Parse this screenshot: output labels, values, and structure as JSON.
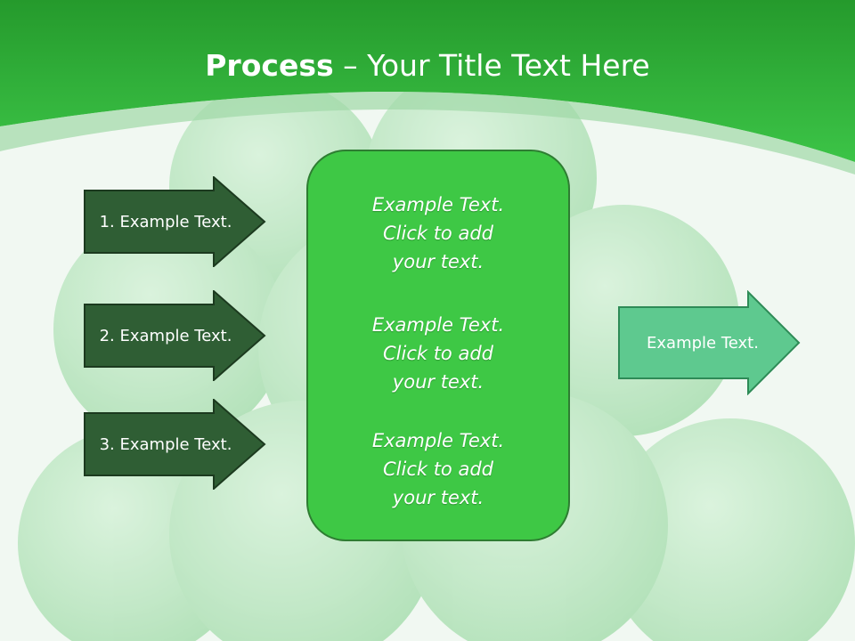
{
  "title": {
    "bold": "Process",
    "rest": " – Your Title Text Here"
  },
  "steps": [
    {
      "label": "1. Example Text."
    },
    {
      "label": "2. Example Text."
    },
    {
      "label": "3. Example Text."
    }
  ],
  "center_box": {
    "paragraphs": [
      "Example Text.\nClick  to add\nyour text.",
      "Example Text.\nClick  to add\nyour text.",
      "Example Text.\nClick  to add\nyour text."
    ]
  },
  "output": {
    "label": "Example Text."
  },
  "colors": {
    "header_green": "#37b83c",
    "step_fill": "#2f5e34",
    "center_fill": "#3ec845",
    "output_fill": "#5ec98f"
  }
}
